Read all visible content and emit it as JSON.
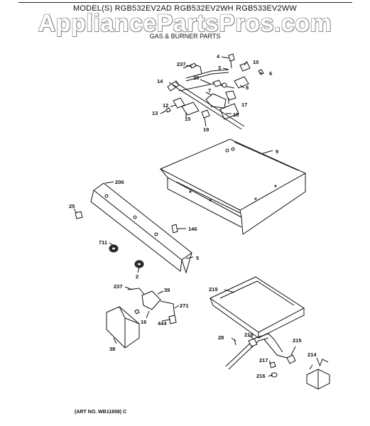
{
  "header": {
    "models": "MODEL(S) RGB532EV2AD  RGB532EV2WH  RGB533EV2WW",
    "watermark": "AppliancePartsPros.com",
    "section": "GAS & BURNER PARTS"
  },
  "footer": {
    "art_number": "(ART NO. WB11658) C"
  },
  "callouts": {
    "c4": "4",
    "c10": "10",
    "c237a": "237",
    "c3": "3",
    "c6": "6",
    "c20": "20",
    "c8": "8",
    "c14": "14",
    "c7": "7",
    "c17": "17",
    "c12": "12",
    "c13": "13",
    "c15": "15",
    "c18": "18",
    "c19": "19",
    "c9": "9",
    "c206": "206",
    "c25": "25",
    "c146": "146",
    "c711": "711",
    "c5": "5",
    "c2": "2",
    "c237b": "237",
    "c39": "39",
    "c271": "271",
    "c16": "16",
    "c444": "444",
    "c38": "38",
    "c219": "219",
    "c28": "28",
    "c218": "218",
    "c215": "215",
    "c214": "214",
    "c217": "217",
    "c216": "216"
  },
  "colors": {
    "line": "#111111",
    "background": "#ffffff",
    "watermark_edge": "#8a8a8a"
  }
}
